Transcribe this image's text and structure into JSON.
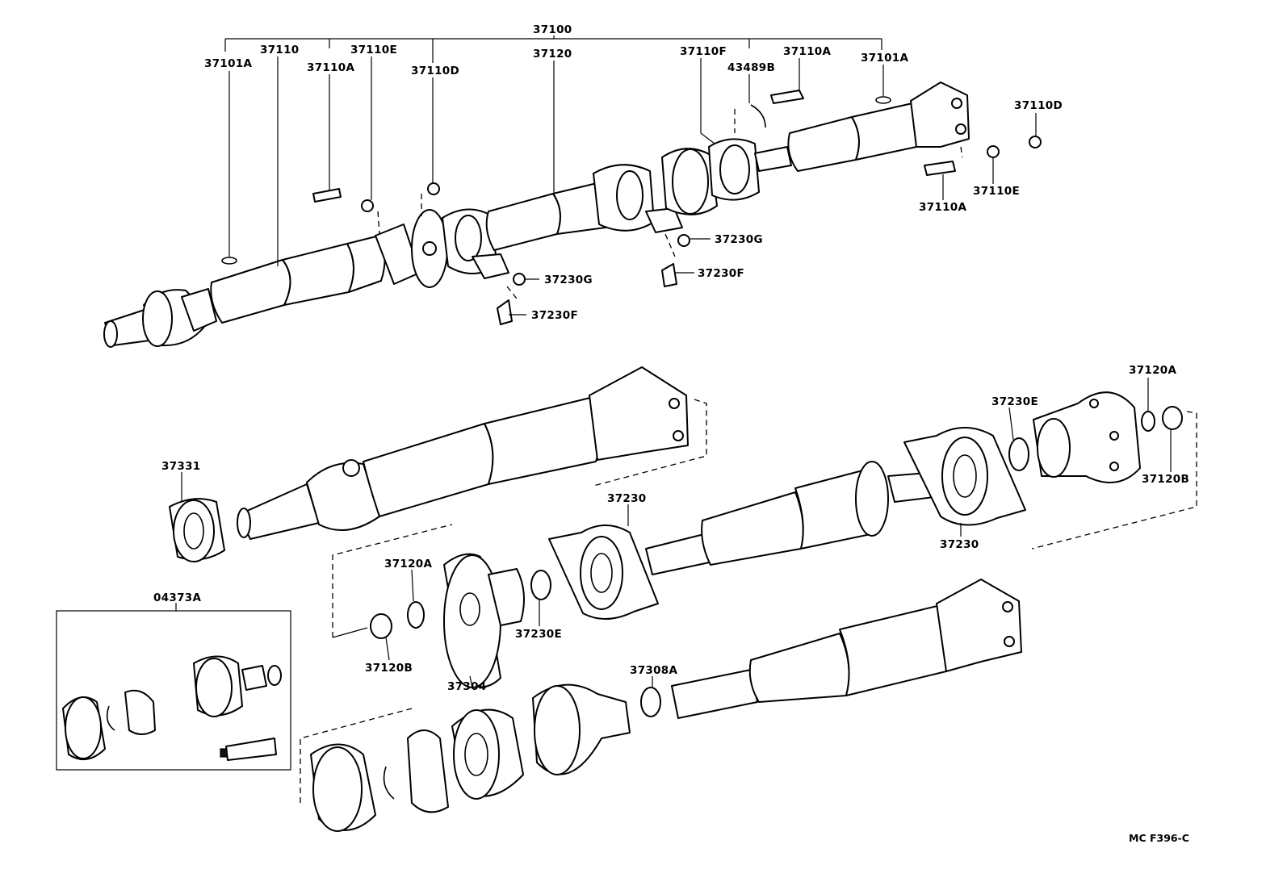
{
  "labels": {
    "p37100": "37100",
    "p37101A_left": "37101A",
    "p37110": "37110",
    "p37110A_a": "37110A",
    "p37110E_a": "37110E",
    "p37110D_a": "37110D",
    "p37120": "37120",
    "p37110F": "37110F",
    "p43489B": "43489B",
    "p37110A_b": "37110A",
    "p37101A_right": "37101A",
    "p37110D_b": "37110D",
    "p37110E_b": "37110E",
    "p37110A_c": "37110A",
    "p37230G_a": "37230G",
    "p37230F_a": "37230F",
    "p37230G_b": "37230G",
    "p37230F_b": "37230F",
    "p37331": "37331",
    "p37120A_a": "37120A",
    "p37230E_a": "37230E",
    "p37120B_a": "37120B",
    "p37230_a": "37230",
    "p37230_b": "37230",
    "p37120A_b": "37120A",
    "p37230E_b": "37230E",
    "p37120B_b": "37120B",
    "p37304": "37304",
    "p04373A": "04373A",
    "p37308A": "37308A"
  },
  "figure_code": "MC F396-C"
}
